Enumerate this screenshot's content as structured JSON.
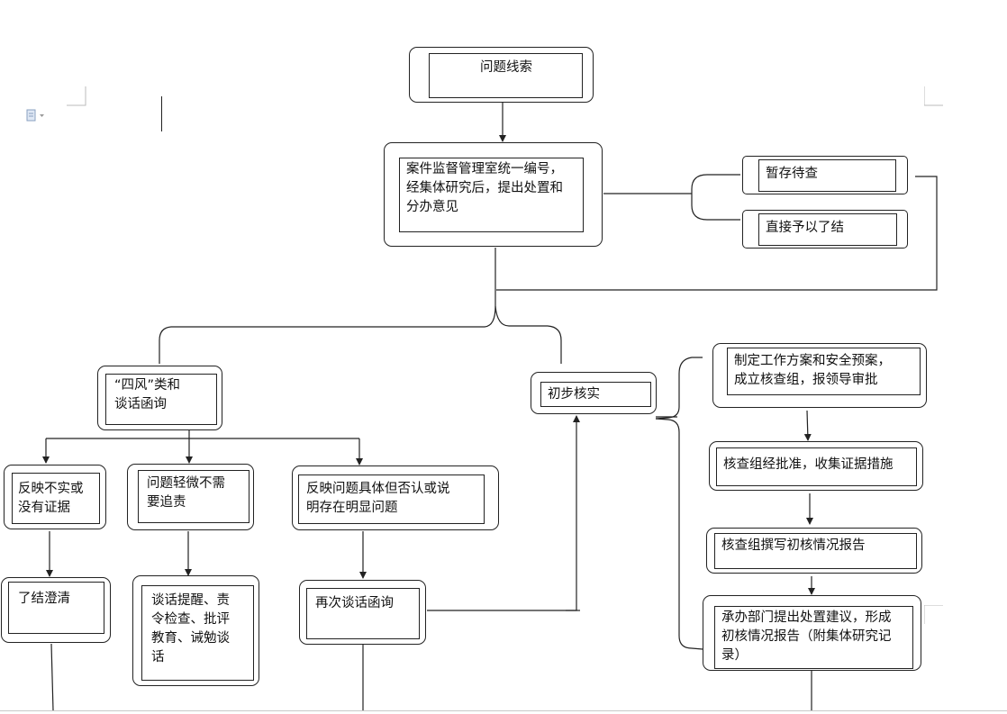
{
  "nodes": {
    "clue": "问题线索",
    "supervise": "案件监督管理室统一编号，\n经集体研究后，提出处置和\n分办意见",
    "hold": "暂存待查",
    "close_direct": "直接予以了结",
    "four_winds": "“四风”类和\n谈话函询",
    "preliminary": "初步核实",
    "plan": "制定工作方案和安全预案，\n成立核查组，报领导审批",
    "collect": "核查组经批准，收集证据措施",
    "report": "核查组撰写初核情况报告",
    "dept_suggest": "承办部门提出处置建议，形成\n初核情况报告（附集体研究记\n录）",
    "untrue": "反映不实或\n没有证据",
    "minor": "问题轻微不需\n要追责",
    "specific": "反映问题具体但否认或说\n明存在明显问题",
    "close_clear": "了结澄清",
    "remind": "谈话提醒、责\n令检查、批评\n教育、诫勉谈\n话",
    "talk_again": "再次谈话函询"
  }
}
